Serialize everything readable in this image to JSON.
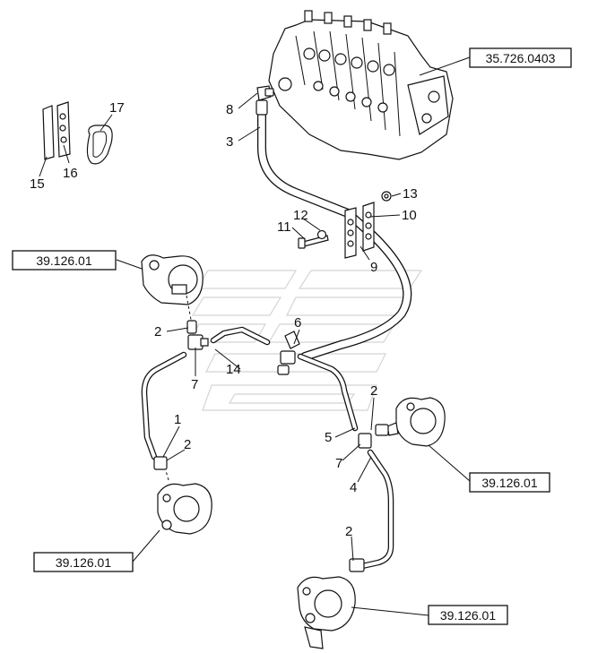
{
  "callouts": {
    "c1": "1",
    "c2a": "2",
    "c2b": "2",
    "c2c": "2",
    "c2d": "2",
    "c3": "3",
    "c4": "4",
    "c5": "5",
    "c6": "6",
    "c7a": "7",
    "c7b": "7",
    "c8": "8",
    "c9": "9",
    "c10": "10",
    "c11": "11",
    "c12": "12",
    "c13": "13",
    "c14": "14",
    "c15": "15",
    "c16": "16",
    "c17": "17"
  },
  "references": {
    "valve": "35.726.0403",
    "motor_left_top": "39.126.01",
    "motor_right_mid": "39.126.01",
    "motor_left_bottom": "39.126.01",
    "motor_right_bottom": "39.126.01"
  }
}
